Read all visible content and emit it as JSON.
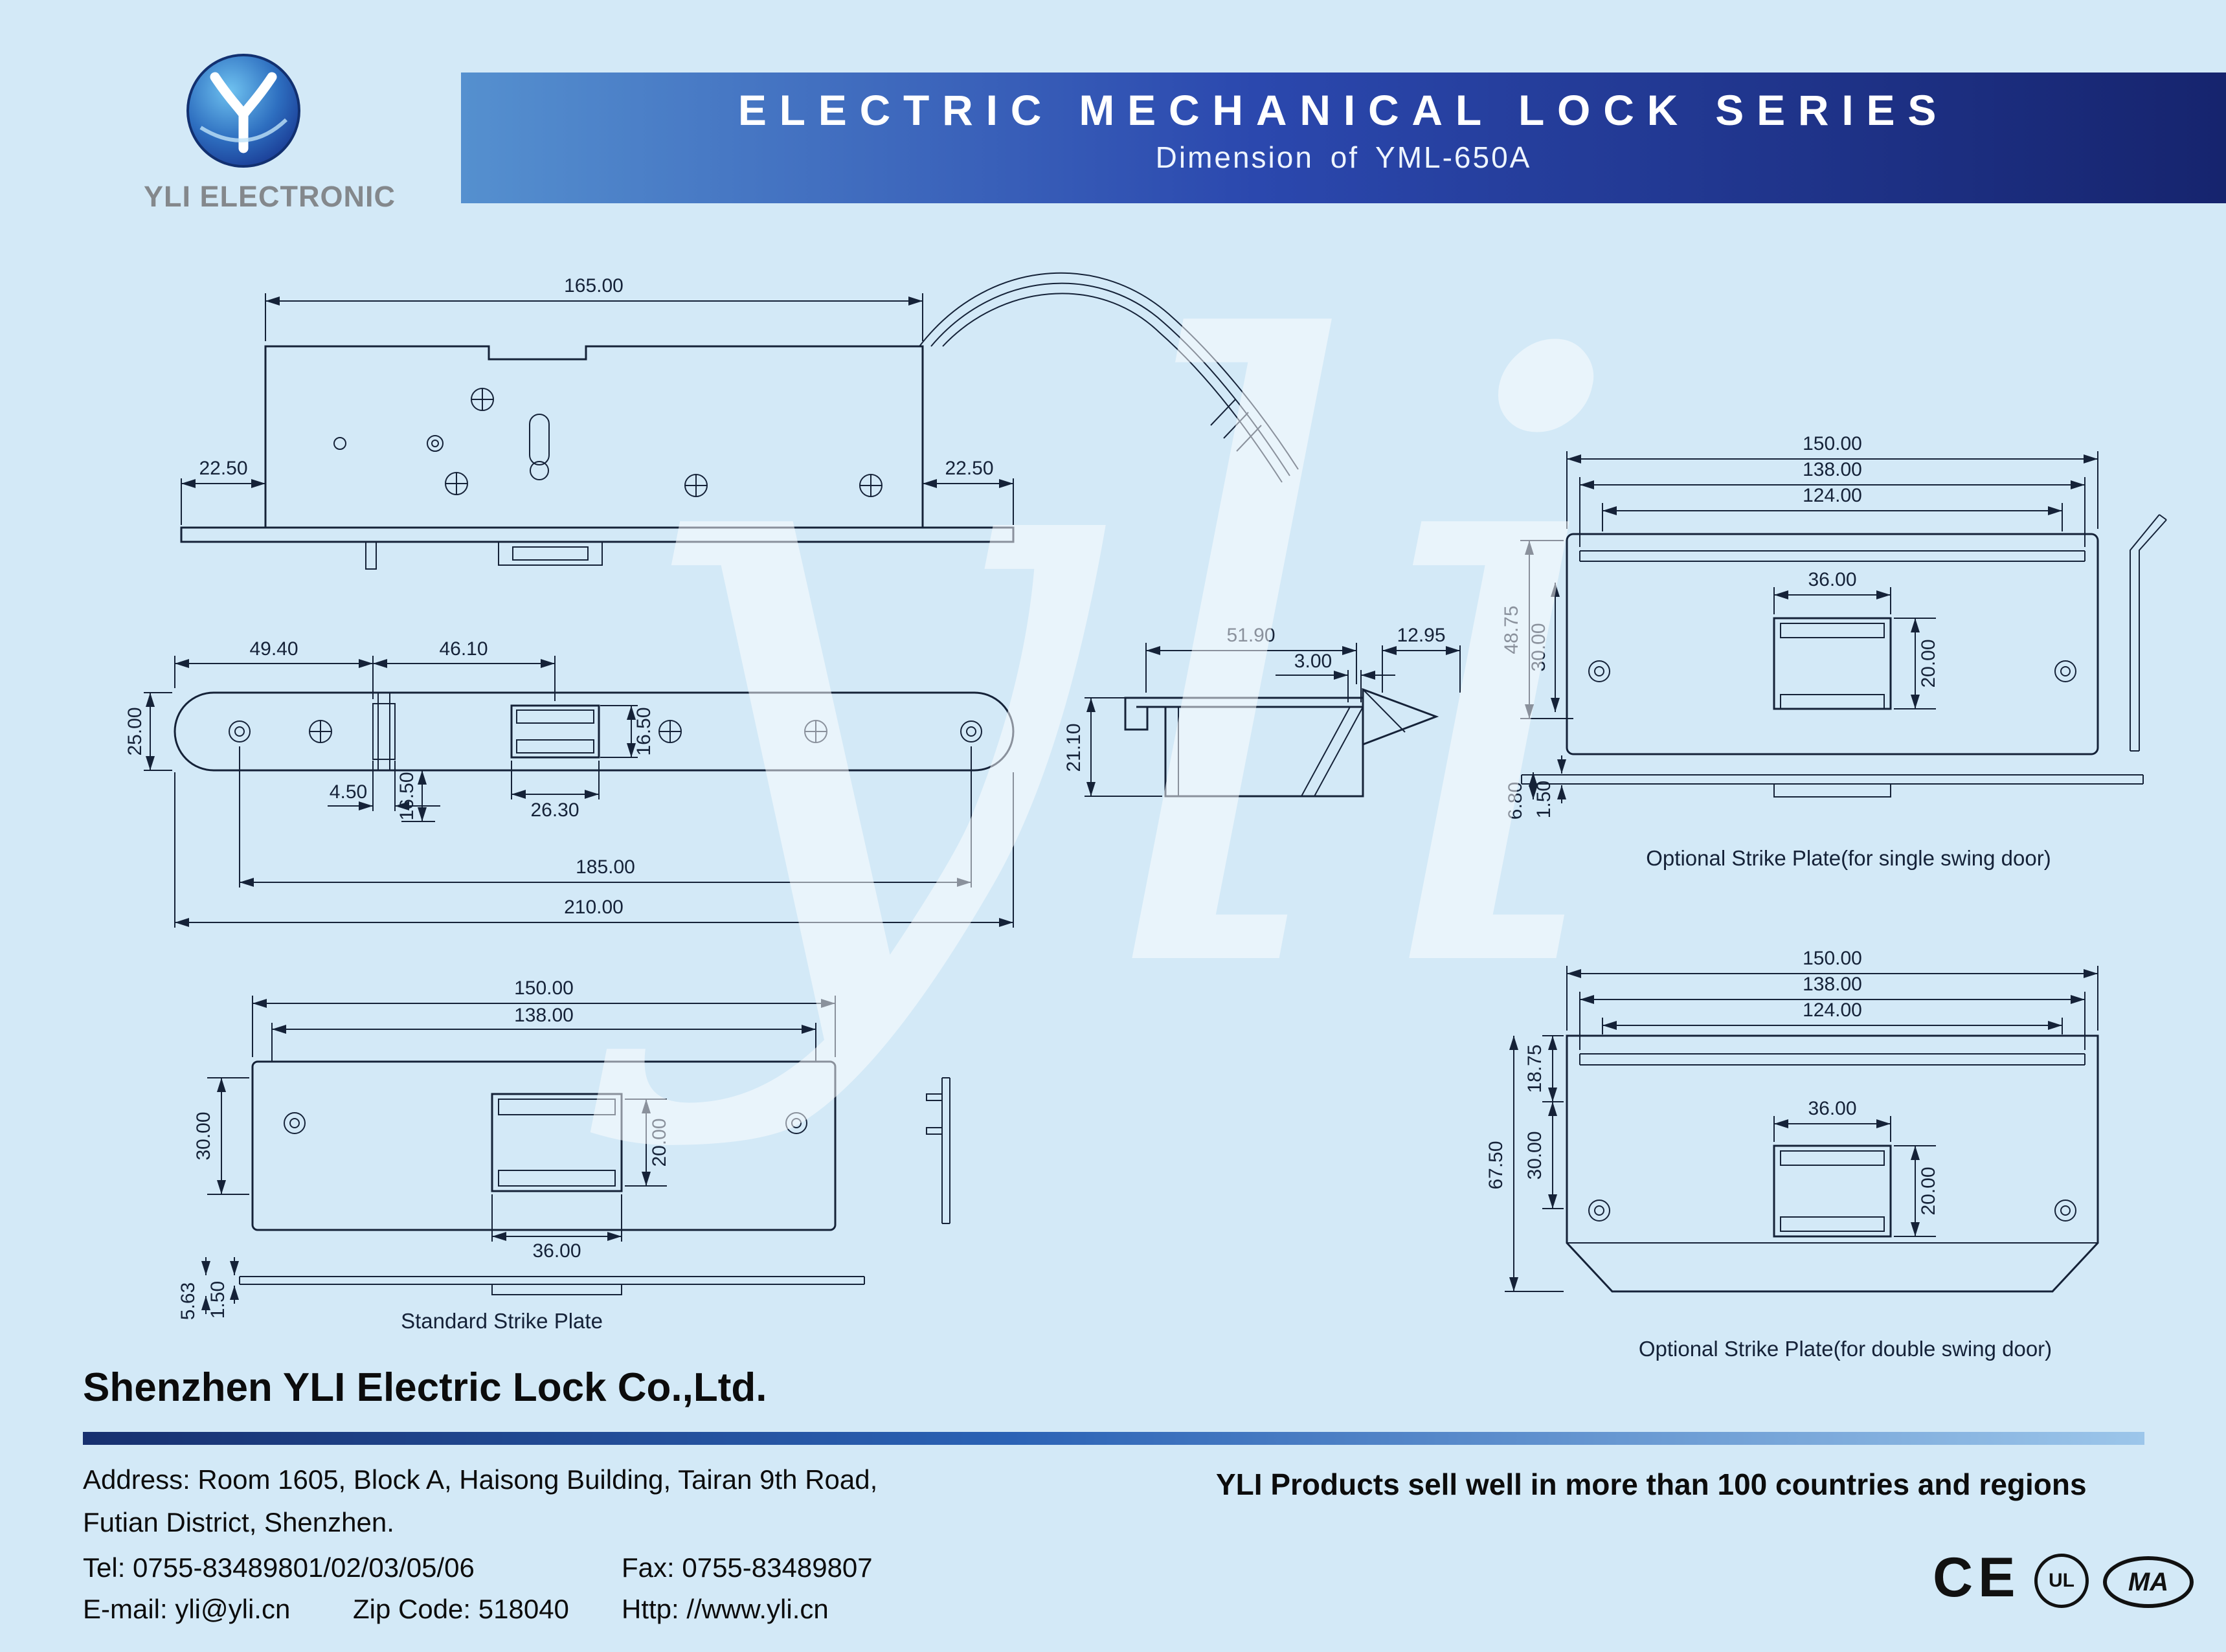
{
  "brand": {
    "name": "YLI ELECTRONIC"
  },
  "banner": {
    "title": "ELECTRIC MECHANICAL LOCK SERIES",
    "subtitle": "Dimension of YML-650A"
  },
  "watermark": "yli",
  "views": {
    "lock_top": {
      "d_length": "165.00",
      "d_left_offset": "22.50",
      "d_right_offset": "22.50"
    },
    "faceplate": {
      "d_a": "49.40",
      "d_b": "46.10",
      "d_height": "25.00",
      "d_slot_w": "4.50",
      "d_slot_h": "16.50",
      "d_latch_w": "26.30",
      "d_latch_h": "16.50",
      "d_holes": "185.00",
      "d_total": "210.00"
    },
    "side": {
      "d_a": "51.90",
      "d_b": "3.00",
      "d_c": "12.95",
      "d_d": "21.10"
    },
    "strike_single": {
      "caption": "Optional Strike Plate(for single swing door)",
      "d_w1": "150.00",
      "d_w2": "138.00",
      "d_w3": "124.00",
      "d_latch_w": "36.00",
      "d_h1": "48.75",
      "d_h2": "30.00",
      "d_latch_h": "20.00",
      "d_t1": "6.80",
      "d_t2": "1.50"
    },
    "strike_standard": {
      "caption": "Standard Strike Plate",
      "d_w1": "150.00",
      "d_w2": "138.00",
      "d_h1": "30.00",
      "d_latch_h": "20.00",
      "d_latch_w": "36.00",
      "d_t1": "5.63",
      "d_t2": "1.50"
    },
    "strike_double": {
      "caption": "Optional Strike Plate(for double swing door)",
      "d_w1": "150.00",
      "d_w2": "138.00",
      "d_w3": "124.00",
      "d_h1": "18.75",
      "d_latch_w": "36.00",
      "d_h2": "67.50",
      "d_h3": "30.00",
      "d_latch_h": "20.00"
    }
  },
  "footer": {
    "company": "Shenzhen YLI Electric Lock Co.,Ltd.",
    "address_line1": "Address: Room 1605, Block A, Haisong Building, Tairan 9th Road,",
    "address_line2": "Futian District, Shenzhen.",
    "tel": "Tel: 0755-83489801/02/03/05/06",
    "fax": "Fax: 0755-83489807",
    "email": "E-mail: yli@yli.cn",
    "zip": "Zip Code: 518040",
    "web": "Http: //www.yli.cn",
    "slogan": "YLI Products sell well in more than 100 countries and regions",
    "marks": {
      "ce": "CE",
      "ul": "UL",
      "ma": "MA"
    }
  }
}
